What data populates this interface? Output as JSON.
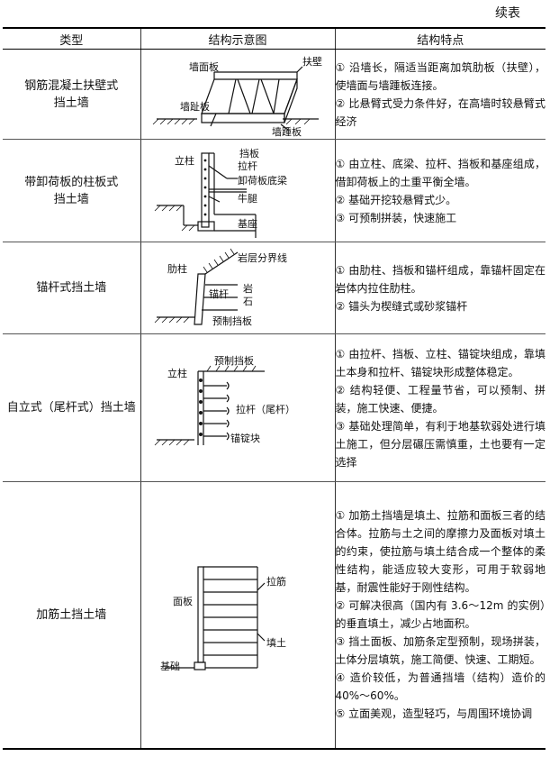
{
  "continued_label": "续表",
  "headers": {
    "type": "类型",
    "diagram": "结构示意图",
    "features": "结构特点"
  },
  "rows": [
    {
      "type_lines": [
        "钢筋混凝土扶壁式",
        "挡土墙"
      ],
      "diagram_labels": {
        "wall_panel": "墙面板",
        "buttress": "扶壁",
        "toe": "墙趾板",
        "heel": "墙踵板"
      },
      "features": [
        "① 沿墙长，隔适当距离加筑肋板（扶壁），使墙面与墙踵板连接。",
        "② 比悬臂式受力条件好，在高墙时较悬臂式经济"
      ]
    },
    {
      "type_lines": [
        "带卸荷板的柱板式",
        "挡土墙"
      ],
      "diagram_labels": {
        "column": "立柱",
        "panel": "挡板",
        "tie": "拉杆",
        "relief": "卸荷板底梁",
        "corbel": "牛腿",
        "base": "基座"
      },
      "features": [
        "① 由立柱、底梁、拉杆、挡板和基座组成，借卸荷板上的土重平衡全墙。",
        "② 基础开挖较悬臂式少。",
        "③ 可预制拼装，快速施工"
      ]
    },
    {
      "type_lines": [
        "锚杆式挡土墙"
      ],
      "diagram_labels": {
        "rib": "肋柱",
        "boundary": "岩层分界线",
        "anchor": "锚杆",
        "rock1": "岩",
        "rock2": "石",
        "precast": "预制挡板"
      },
      "features": [
        "① 由肋柱、挡板和锚杆组成，靠锚杆固定在岩体内拉住肋柱。",
        "② 锚头为楔缝式或砂浆锚杆"
      ]
    },
    {
      "type_lines": [
        "自立式（尾杆式）挡土墙"
      ],
      "diagram_labels": {
        "column": "立柱",
        "precast": "预制挡板",
        "tie": "拉杆（尾杆）",
        "anchor_block": "锚锭块"
      },
      "features": [
        "① 由拉杆、挡板、立柱、锚锭块组成，靠填土本身和拉杆、锚锭块形成整体稳定。",
        "② 结构轻便、工程量节省，可以预制、拼装，施工快速、便捷。",
        "③ 基础处理简单，有利于地基软弱处进行填土施工，但分层碾压需慎重，土也要有一定选择"
      ]
    },
    {
      "type_lines": [
        "加筋土挡土墙"
      ],
      "diagram_labels": {
        "face": "面板",
        "rebar": "拉筋",
        "fill": "填土",
        "foundation": "基础"
      },
      "features": [
        "① 加筋土挡墙是填土、拉筋和面板三者的结合体。拉筋与土之间的摩擦力及面板对填土的约束，使拉筋与填土结合成一个整体的柔性结构，能适应较大变形，可用于软弱地基，耐震性能好于刚性结构。",
        "② 可解决很高（国内有 3.6～12m 的实例）的垂直填土，减少占地面积。",
        "③ 挡土面板、加筋条定型预制，现场拼装，土体分层填筑，施工简便、快速、工期短。",
        "④ 造价较低，为普通挡墙（结构）造价的 40%～60%。",
        "⑤ 立面美观，造型轻巧，与周围环境协调"
      ]
    }
  ]
}
